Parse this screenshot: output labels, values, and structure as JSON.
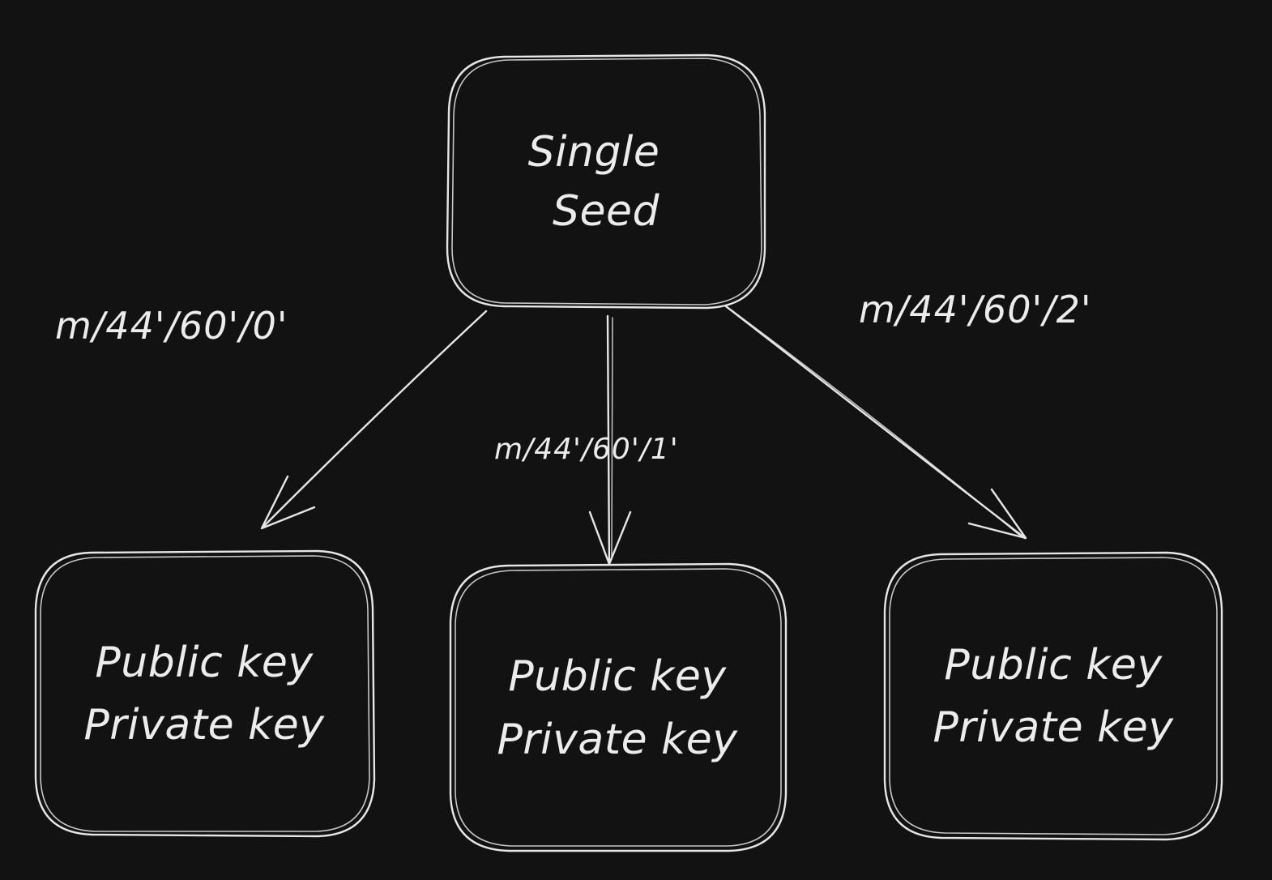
{
  "diagram": {
    "root": {
      "line1": "Single",
      "line2": "Seed"
    },
    "children": [
      {
        "line1": "Public key",
        "line2": "Private key"
      },
      {
        "line1": "Public key",
        "line2": "Private key"
      },
      {
        "line1": "Public key",
        "line2": "Private key"
      }
    ],
    "edges": [
      {
        "label": "m/44'/60'/0'"
      },
      {
        "label": "m/44'/60'/1'"
      },
      {
        "label": "m/44'/60'/2'"
      }
    ],
    "colors": {
      "background": "#121212",
      "stroke": "#e6e6e6",
      "text": "#ececec"
    }
  }
}
